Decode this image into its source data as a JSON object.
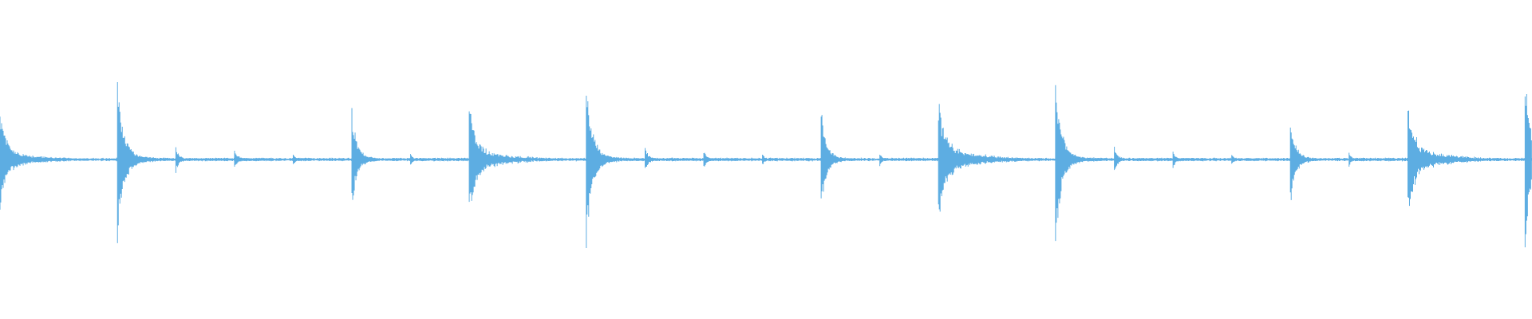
{
  "waveform": {
    "color": "#5DADE2",
    "background": "#FFFFFF",
    "baseline_amplitude": 0.012,
    "hits": [
      {
        "t": 0.0,
        "amp": 0.36,
        "decay": 0.11,
        "ringAmp": 0.09
      },
      {
        "t": 0.0767,
        "amp": 0.7,
        "decay": 0.1,
        "ringAmp": 0.06
      },
      {
        "t": 0.1148,
        "amp": 0.1,
        "decay": 0.05,
        "ringAmp": 0.02
      },
      {
        "t": 0.1531,
        "amp": 0.08,
        "decay": 0.05,
        "ringAmp": 0.02
      },
      {
        "t": 0.1914,
        "amp": 0.05,
        "decay": 0.04,
        "ringAmp": 0.01
      },
      {
        "t": 0.2297,
        "amp": 0.42,
        "decay": 0.08,
        "ringAmp": 0.04
      },
      {
        "t": 0.268,
        "amp": 0.05,
        "decay": 0.04,
        "ringAmp": 0.01
      },
      {
        "t": 0.3063,
        "amp": 0.42,
        "decay": 0.11,
        "ringAmp": 0.12
      },
      {
        "t": 0.3827,
        "amp": 0.74,
        "decay": 0.1,
        "ringAmp": 0.05
      },
      {
        "t": 0.4211,
        "amp": 0.1,
        "decay": 0.05,
        "ringAmp": 0.02
      },
      {
        "t": 0.4594,
        "amp": 0.08,
        "decay": 0.05,
        "ringAmp": 0.01
      },
      {
        "t": 0.4977,
        "amp": 0.05,
        "decay": 0.04,
        "ringAmp": 0.01
      },
      {
        "t": 0.536,
        "amp": 0.46,
        "decay": 0.08,
        "ringAmp": 0.04
      },
      {
        "t": 0.5743,
        "amp": 0.06,
        "decay": 0.04,
        "ringAmp": 0.01
      },
      {
        "t": 0.6126,
        "amp": 0.46,
        "decay": 0.11,
        "ringAmp": 0.14
      },
      {
        "t": 0.689,
        "amp": 0.74,
        "decay": 0.1,
        "ringAmp": 0.05
      },
      {
        "t": 0.7274,
        "amp": 0.1,
        "decay": 0.05,
        "ringAmp": 0.02
      },
      {
        "t": 0.7657,
        "amp": 0.07,
        "decay": 0.05,
        "ringAmp": 0.01
      },
      {
        "t": 0.804,
        "amp": 0.05,
        "decay": 0.04,
        "ringAmp": 0.01
      },
      {
        "t": 0.8423,
        "amp": 0.38,
        "decay": 0.08,
        "ringAmp": 0.04
      },
      {
        "t": 0.8806,
        "amp": 0.06,
        "decay": 0.04,
        "ringAmp": 0.01
      },
      {
        "t": 0.919,
        "amp": 0.4,
        "decay": 0.11,
        "ringAmp": 0.13
      },
      {
        "t": 0.9955,
        "amp": 0.76,
        "decay": 0.1,
        "ringAmp": 0.06
      }
    ]
  }
}
